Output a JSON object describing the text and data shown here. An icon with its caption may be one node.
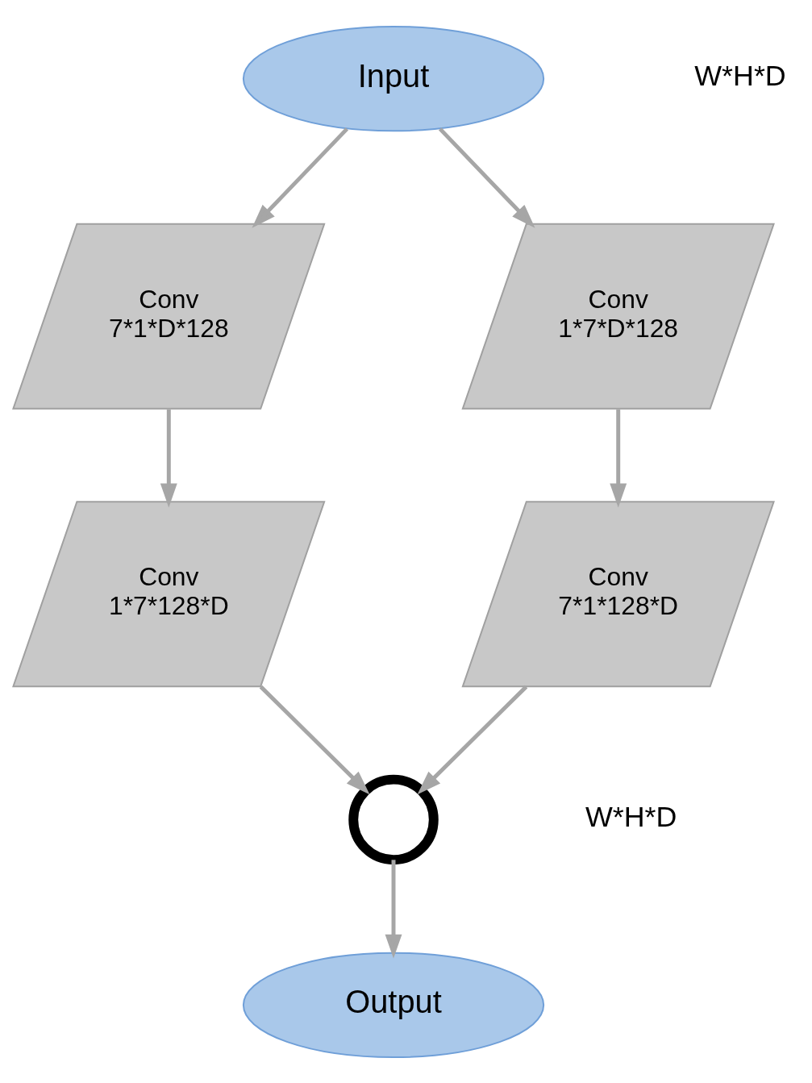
{
  "diagram": {
    "nodes": [
      {
        "text": [
          "Input"
        ]
      },
      {
        "text": [
          "Conv",
          "7*1*D*128"
        ]
      },
      {
        "text": [
          "Conv",
          "1*7*D*128"
        ]
      },
      {
        "text": [
          "Conv",
          "1*7*128*D"
        ]
      },
      {
        "text": [
          "Conv",
          "7*1*128*D"
        ]
      },
      {
        "text": [],
        "shape": "circle"
      },
      {
        "text": [
          "Output"
        ]
      }
    ],
    "edges": [
      {
        "from": 0,
        "to": 1,
        "arrow": "to"
      },
      {
        "from": 0,
        "to": 2,
        "arrow": "to"
      },
      {
        "from": 1,
        "to": 3,
        "arrow": "to"
      },
      {
        "from": 2,
        "to": 4,
        "arrow": "to"
      },
      {
        "from": 3,
        "to": 5,
        "arrow": "to"
      },
      {
        "from": 4,
        "to": 5,
        "arrow": "to"
      },
      {
        "from": 5,
        "to": 6,
        "arrow": "to"
      }
    ],
    "labels": [
      "W*H*D",
      "W*H*D"
    ]
  }
}
